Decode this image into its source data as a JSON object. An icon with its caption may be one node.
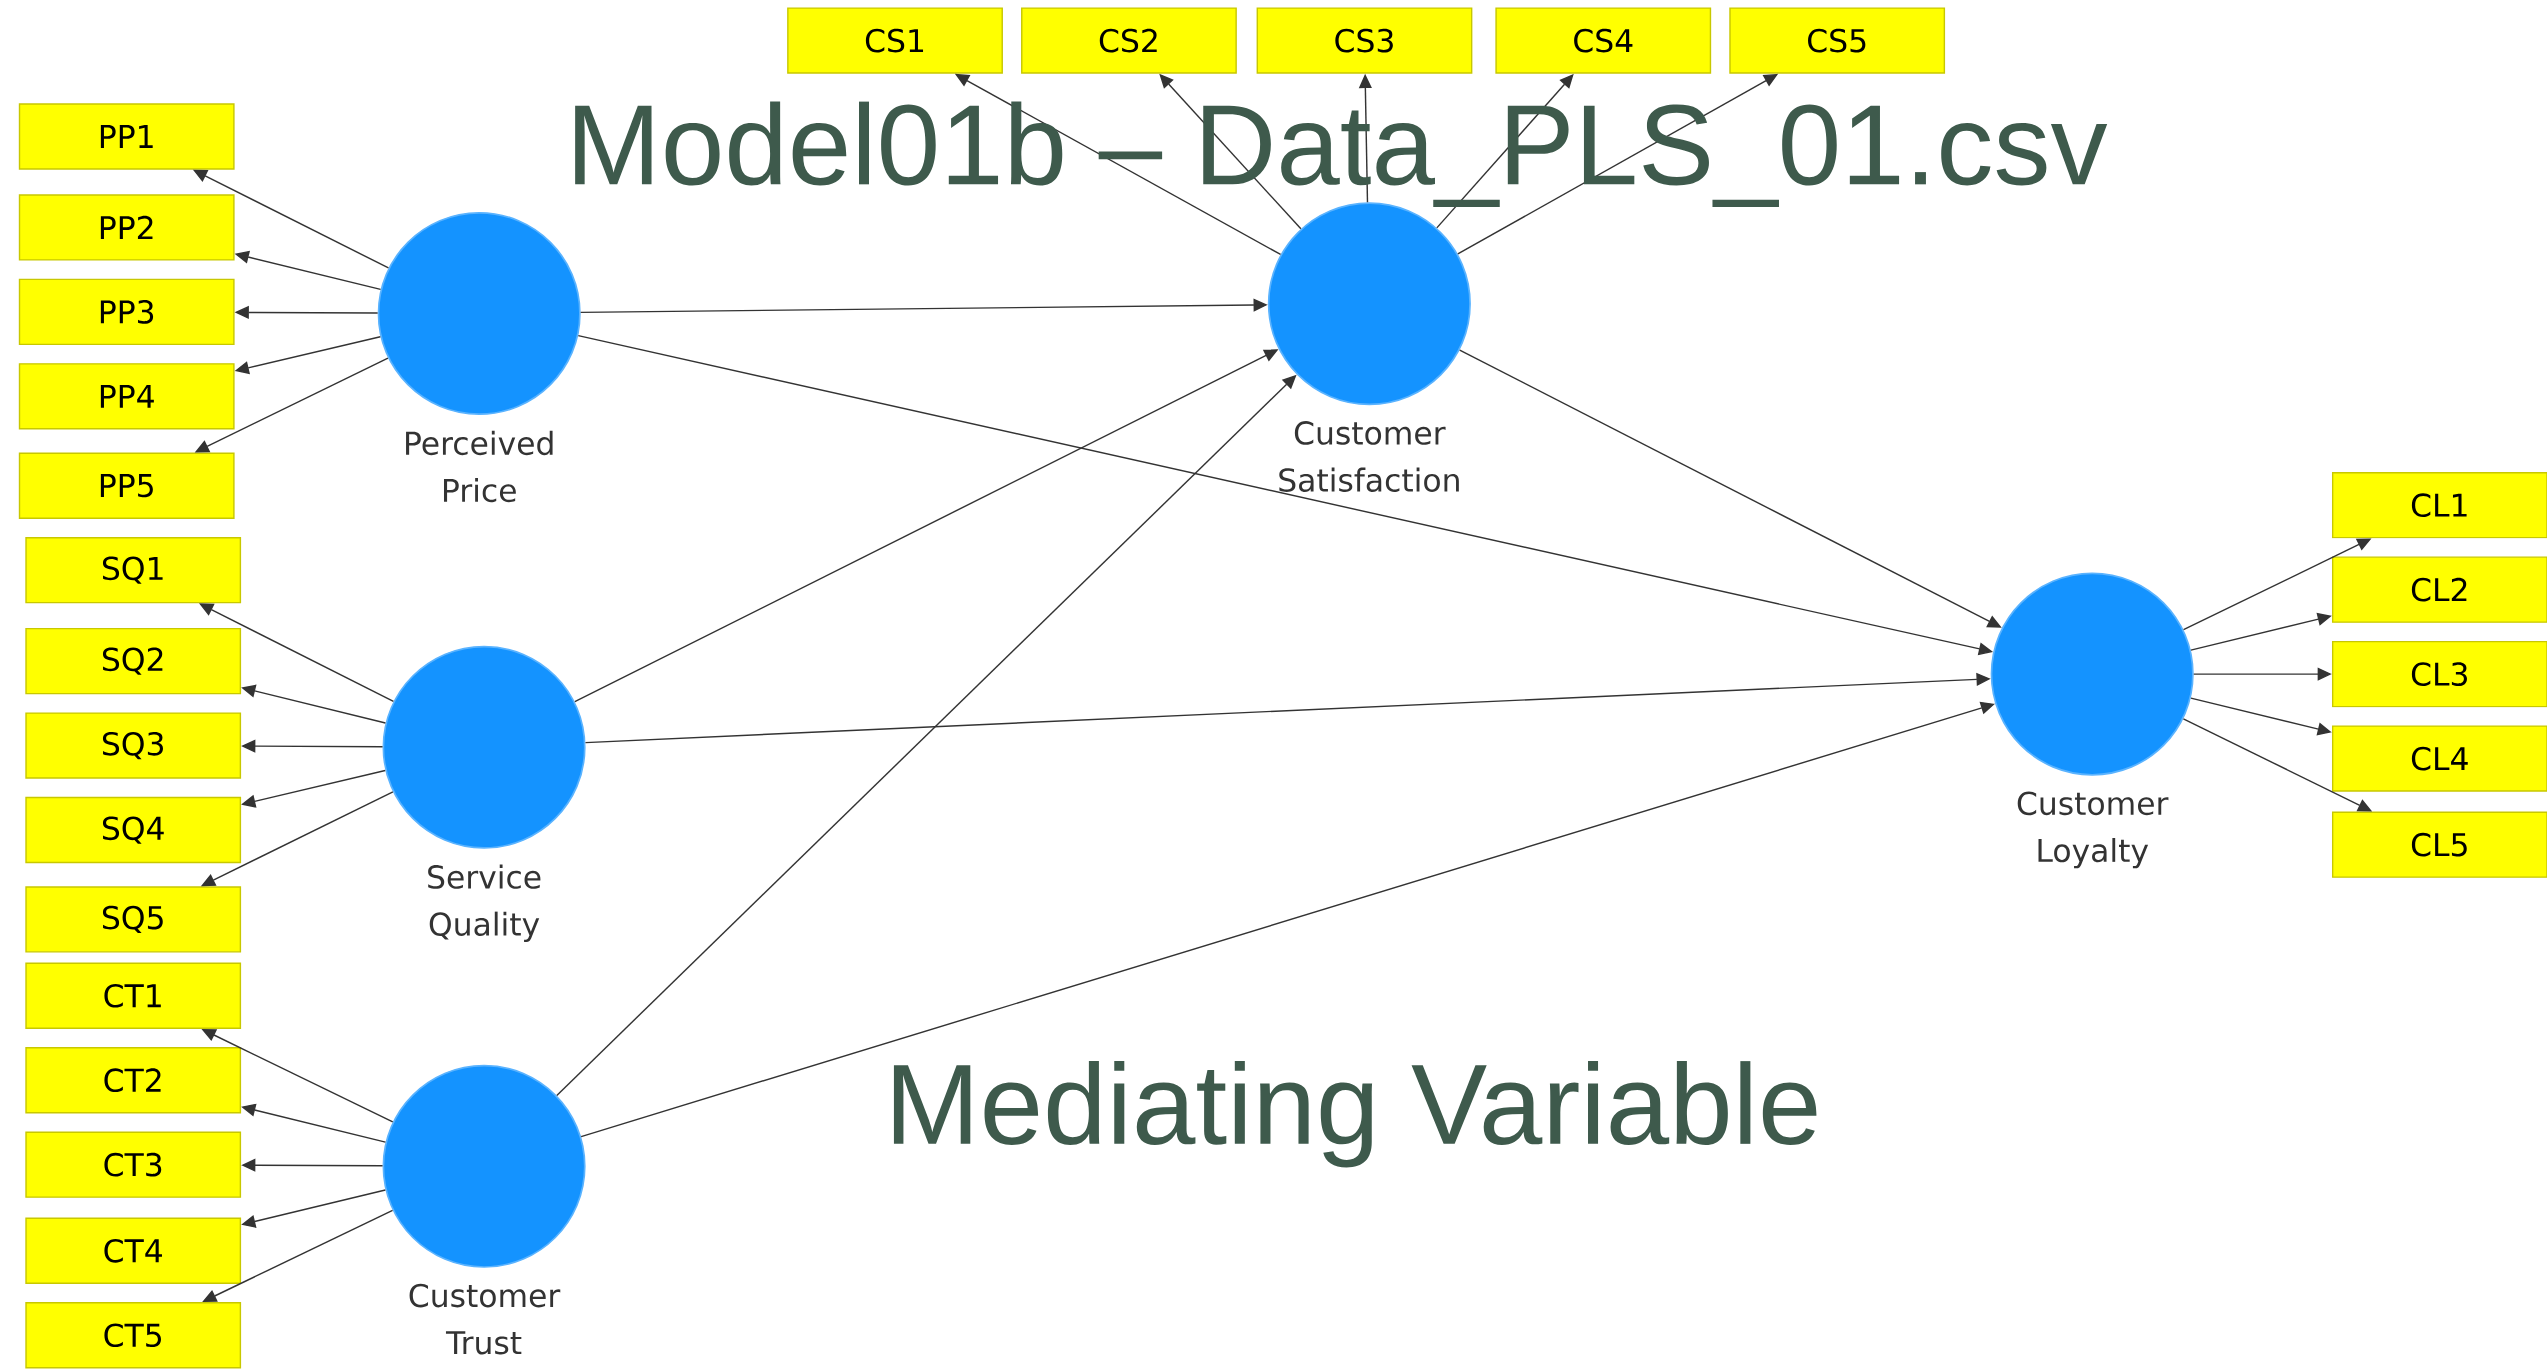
{
  "diagram": {
    "title": "Model01b – Data_PLS_01.csv",
    "nodes": [
      {
        "text": [
          "Perceived Price"
        ]
      },
      {
        "text": [
          "Service Quality"
        ]
      },
      {
        "text": [
          "Customer Trust"
        ]
      },
      {
        "text": [
          "Customer Satisfaction"
        ]
      },
      {
        "text": [
          "Customer Loyalty"
        ]
      },
      {
        "text": [
          "PP1"
        ]
      },
      {
        "text": [
          "PP2"
        ]
      },
      {
        "text": [
          "PP3"
        ]
      },
      {
        "text": [
          "PP4"
        ]
      },
      {
        "text": [
          "PP5"
        ]
      },
      {
        "text": [
          "SQ1"
        ]
      },
      {
        "text": [
          "SQ2"
        ]
      },
      {
        "text": [
          "SQ3"
        ]
      },
      {
        "text": [
          "SQ4"
        ]
      },
      {
        "text": [
          "SQ5"
        ]
      },
      {
        "text": [
          "CT1"
        ]
      },
      {
        "text": [
          "CT2"
        ]
      },
      {
        "text": [
          "CT3"
        ]
      },
      {
        "text": [
          "CT4"
        ]
      },
      {
        "text": [
          "CT5"
        ]
      },
      {
        "text": [
          "CS1"
        ]
      },
      {
        "text": [
          "CS2"
        ]
      },
      {
        "text": [
          "CS3"
        ]
      },
      {
        "text": [
          "CS4"
        ]
      },
      {
        "text": [
          "CS5"
        ]
      },
      {
        "text": [
          "CL1"
        ]
      },
      {
        "text": [
          "CL2"
        ]
      },
      {
        "text": [
          "CL3"
        ]
      },
      {
        "text": [
          "CL4"
        ]
      },
      {
        "text": [
          "CL5"
        ]
      }
    ],
    "edges": [
      {
        "from": 0,
        "to": 5,
        "arrow": "to"
      },
      {
        "from": 0,
        "to": 6,
        "arrow": "to"
      },
      {
        "from": 0,
        "to": 7,
        "arrow": "to"
      },
      {
        "from": 0,
        "to": 8,
        "arrow": "to"
      },
      {
        "from": 0,
        "to": 9,
        "arrow": "to"
      },
      {
        "from": 1,
        "to": 10,
        "arrow": "to"
      },
      {
        "from": 1,
        "to": 11,
        "arrow": "to"
      },
      {
        "from": 1,
        "to": 12,
        "arrow": "to"
      },
      {
        "from": 1,
        "to": 13,
        "arrow": "to"
      },
      {
        "from": 1,
        "to": 14,
        "arrow": "to"
      },
      {
        "from": 2,
        "to": 15,
        "arrow": "to"
      },
      {
        "from": 2,
        "to": 16,
        "arrow": "to"
      },
      {
        "from": 2,
        "to": 17,
        "arrow": "to"
      },
      {
        "from": 2,
        "to": 18,
        "arrow": "to"
      },
      {
        "from": 2,
        "to": 19,
        "arrow": "to"
      },
      {
        "from": 3,
        "to": 20,
        "arrow": "to"
      },
      {
        "from": 3,
        "to": 21,
        "arrow": "to"
      },
      {
        "from": 3,
        "to": 22,
        "arrow": "to"
      },
      {
        "from": 3,
        "to": 23,
        "arrow": "to"
      },
      {
        "from": 3,
        "to": 24,
        "arrow": "to"
      },
      {
        "from": 4,
        "to": 25,
        "arrow": "to"
      },
      {
        "from": 4,
        "to": 26,
        "arrow": "to"
      },
      {
        "from": 4,
        "to": 27,
        "arrow": "to"
      },
      {
        "from": 4,
        "to": 28,
        "arrow": "to"
      },
      {
        "from": 4,
        "to": 29,
        "arrow": "to"
      },
      {
        "from": 0,
        "to": 3,
        "arrow": "to"
      },
      {
        "from": 0,
        "to": 4,
        "arrow": "to"
      },
      {
        "from": 1,
        "to": 3,
        "arrow": "to"
      },
      {
        "from": 1,
        "to": 4,
        "arrow": "to"
      },
      {
        "from": 2,
        "to": 3,
        "arrow": "to"
      },
      {
        "from": 2,
        "to": 4,
        "arrow": "to"
      },
      {
        "from": 3,
        "to": 4,
        "arrow": "to"
      }
    ],
    "labels": [
      "Mediating Variable"
    ]
  }
}
